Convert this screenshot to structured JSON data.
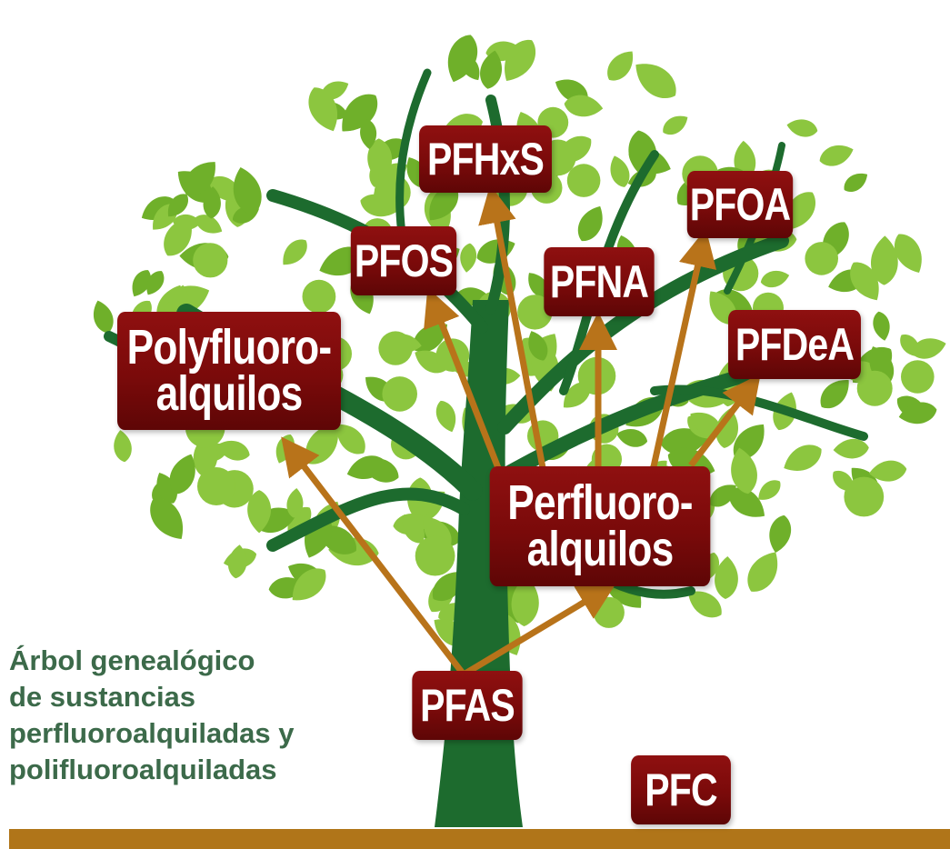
{
  "colors": {
    "trunk": "#1d6b2e",
    "leaf_light": "#8cc63f",
    "leaf_dark": "#6fb02a",
    "arrow": "#b8731a",
    "node_fill": "#7a0a0a",
    "ground": "#b07519",
    "caption": "#3c6a4a"
  },
  "nodes": {
    "pfhxs": "PFHxS",
    "pfoa": "PFOA",
    "pfos": "PFOS",
    "pfna": "PFNA",
    "pfdea": "PFDeA",
    "polyfluoro_line1": "Polyfluoro-",
    "polyfluoro_line2": "alquilos",
    "perfluoro_line1": "Perfluoro-",
    "perfluoro_line2": "alquilos",
    "pfas": "PFAS",
    "pfc": "PFC"
  },
  "caption": {
    "line1": "Árbol genealógico",
    "line2": "de sustancias",
    "line3": "perfluoroalquiladas y",
    "line4": "polifluoroalquiladas"
  },
  "edges": [
    {
      "from": "PFAS",
      "to": "Polyfluoro-alquilos"
    },
    {
      "from": "PFAS",
      "to": "Perfluoro-alquilos"
    },
    {
      "from": "Perfluoro-alquilos",
      "to": "PFOS"
    },
    {
      "from": "Perfluoro-alquilos",
      "to": "PFHxS"
    },
    {
      "from": "Perfluoro-alquilos",
      "to": "PFNA"
    },
    {
      "from": "Perfluoro-alquilos",
      "to": "PFOA"
    },
    {
      "from": "Perfluoro-alquilos",
      "to": "PFDeA"
    }
  ]
}
